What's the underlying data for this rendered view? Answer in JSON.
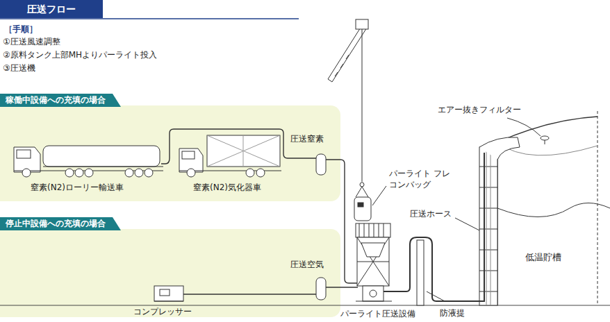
{
  "diagram": {
    "title": "圧送フロー",
    "nodes": [
      {
        "text": [
          "稼働中設備への充填の場合"
        ]
      },
      {
        "text": [
          "停止中設備への充填の場合"
        ]
      }
    ],
    "labels": [
      "［手順］",
      "①圧送風速調整",
      "②原料タンク上部MHよりパーライト投入",
      "③圧送機",
      "圧送窒素",
      "窒素(N2)ローリー輸送車",
      "窒素(N2)気化器車",
      "パーライト フレコンバッグ",
      "エアー抜きフィルター",
      "圧送ホース",
      "低温貯槽",
      "圧送空気",
      "コンプレッサー",
      "パーライト圧送設備",
      "防液提"
    ]
  }
}
